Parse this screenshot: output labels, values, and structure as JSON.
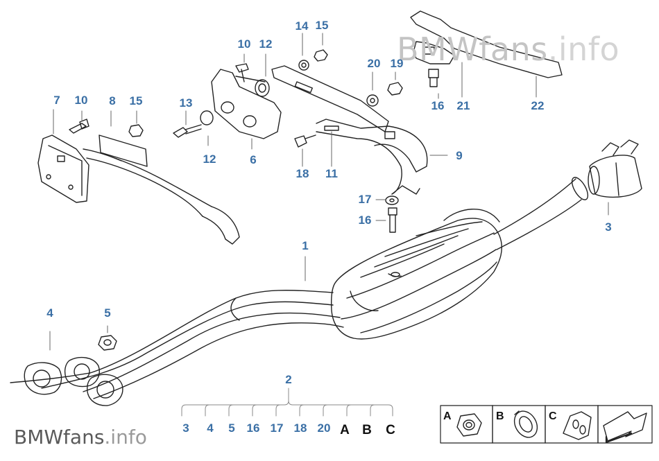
{
  "watermark_top": {
    "brand": "BMWfans",
    "suffix": ".info"
  },
  "watermark_bottom": {
    "brand": "BMWfans",
    "suffix": ".info"
  },
  "callouts": {
    "c1": "1",
    "c2": "2",
    "c3": "3",
    "c4": "4",
    "c5": "5",
    "c6": "6",
    "c7": "7",
    "c8": "8",
    "c9": "9",
    "c10a": "10",
    "c10b": "10",
    "c11": "11",
    "c12a": "12",
    "c12b": "12",
    "c13": "13",
    "c14": "14",
    "c15a": "15",
    "c15b": "15",
    "c16a": "16",
    "c16b": "16",
    "c17": "17",
    "c18": "18",
    "c19": "19",
    "c20": "20",
    "c21": "21",
    "c22": "22"
  },
  "kit_items": [
    "3",
    "4",
    "5",
    "16",
    "17",
    "18",
    "20",
    "A",
    "B",
    "C"
  ],
  "legend": {
    "a": "A",
    "b": "B",
    "c": "C"
  },
  "colors": {
    "label": "#3a6fa5",
    "line": "#222222"
  }
}
